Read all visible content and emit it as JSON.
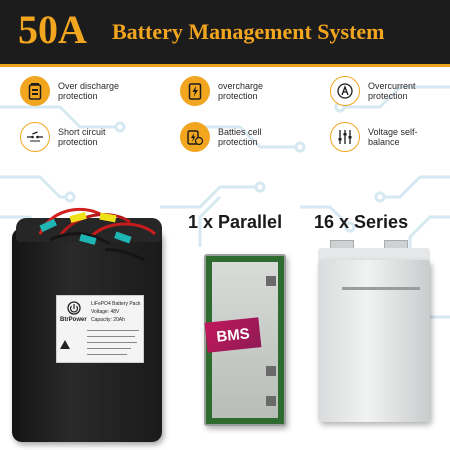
{
  "header": {
    "amps": "50A",
    "title": "Battery Management System"
  },
  "features": [
    {
      "label": "Over discharge protection",
      "icon": "battery-icon"
    },
    {
      "label": "overcharge protection",
      "icon": "lightning-icon"
    },
    {
      "label": "Overcurrent protection",
      "icon": "ampere-icon"
    },
    {
      "label": "Short circuit protection",
      "icon": "short-circuit-icon"
    },
    {
      "label": "Batties cell protection",
      "icon": "cell-shield-icon"
    },
    {
      "label": "Voltage self-balance",
      "icon": "sliders-icon"
    }
  ],
  "labels": {
    "parallel": "1 x Parallel",
    "series": "16 x Series"
  },
  "pack_label": {
    "brand": "BtrPower",
    "title": "LiFePO4 Battery Pack",
    "voltage": "Voltage: 48V",
    "capacity": "Capacity: 20Ah"
  },
  "bms_stamp": "BMS",
  "colors": {
    "accent": "#f2a51f",
    "header_bg": "#1c1c1c",
    "circuit": "#d6e8f2"
  }
}
